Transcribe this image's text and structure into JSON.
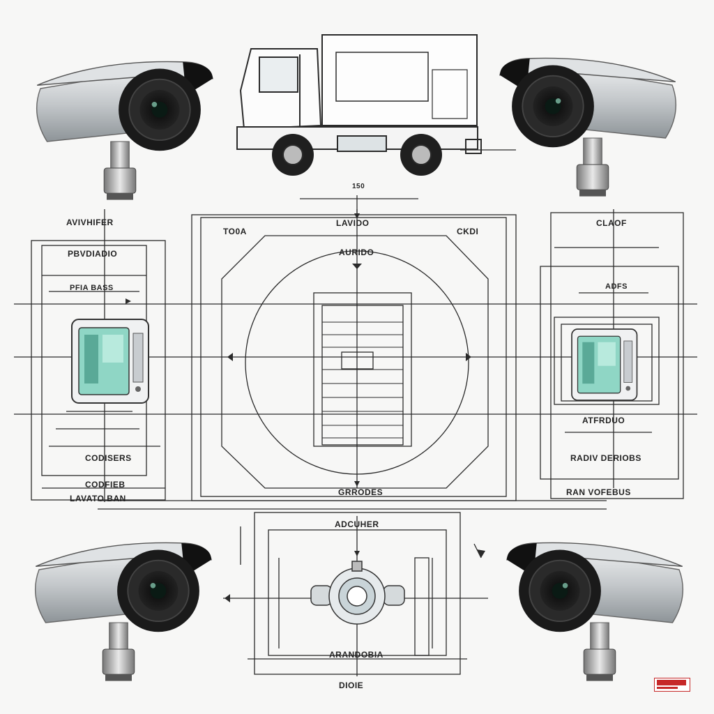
{
  "colors": {
    "background": "#f7f7f6",
    "line": "#2a2a2a",
    "camera_body": "#c9ccce",
    "camera_shade": "#9aa0a4",
    "lens": "#141414",
    "screen": "#8fd6c5",
    "stamp": "#c62828"
  },
  "labels": {
    "top_dim": "150",
    "center_header": "LAVIDO",
    "left_header": "TO0A",
    "right_header": "CKDI",
    "center_sub": "AURIDO",
    "left_cam_label": "AVIVHIFER",
    "left_sub1": "PBVDIADIO",
    "left_sub2": "PFIA BASS",
    "left_bottom1": "CODISERS",
    "left_bottom2": "CODFIEB",
    "left_bottom3": "LAVATO BAN",
    "right_top": "CLAOF",
    "right_sub": "ADFS",
    "right_mid": "ATFRDUO",
    "right_bottom1": "RADIV DERIOBS",
    "right_bottom2": "RAN VOFEBUS",
    "center_bottom": "GRRODES",
    "lower_header": "ADCUHER",
    "lower_sub": "ARANDOBIA",
    "footer": "DIOIE"
  },
  "icons": [
    "truck-icon",
    "security-camera-icon",
    "control-panel-icon",
    "camera-mount-icon",
    "stamp-icon"
  ]
}
